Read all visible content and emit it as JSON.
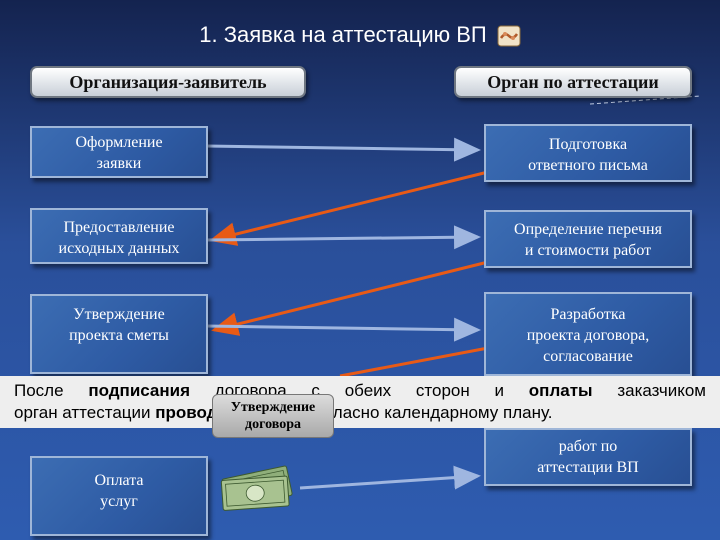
{
  "title": "1. Заявка на аттестацию ВП",
  "headers": {
    "left": "Организация-заявитель",
    "right": "Орган по аттестации"
  },
  "left_boxes": [
    {
      "line1": "Оформление",
      "line2": "заявки"
    },
    {
      "line1": "Предоставление",
      "line2": "исходных данных"
    },
    {
      "line1": "Утверждение",
      "line2": "проекта сметы"
    },
    {
      "line1": "Оплата",
      "line2": "услуг"
    }
  ],
  "right_boxes": [
    {
      "line1": "Подготовка",
      "line2": "ответного письма"
    },
    {
      "line1": "Определение перечня",
      "line2": "и стоимости работ"
    },
    {
      "line1": "Разработка",
      "line2": "проекта договора,",
      "line3": "согласование"
    },
    {
      "line1": "работ по",
      "line2": "аттестации ВП"
    }
  ],
  "banner": {
    "p1": "После ",
    "b1": "подписания",
    "p2": " договора с обеих сторон и ",
    "b2": "оплаты",
    "p3": " заказчиком",
    "p4": "орган аттестации ",
    "b3": "проводит работы",
    "p5": " согласно календарному плану."
  },
  "stamp": {
    "line1": "Утверждение",
    "line2": "договора"
  },
  "colors": {
    "arrow_right": "#8fa8d8",
    "arrow_left": "#e05a1a",
    "box_fill": "#3160a8"
  }
}
